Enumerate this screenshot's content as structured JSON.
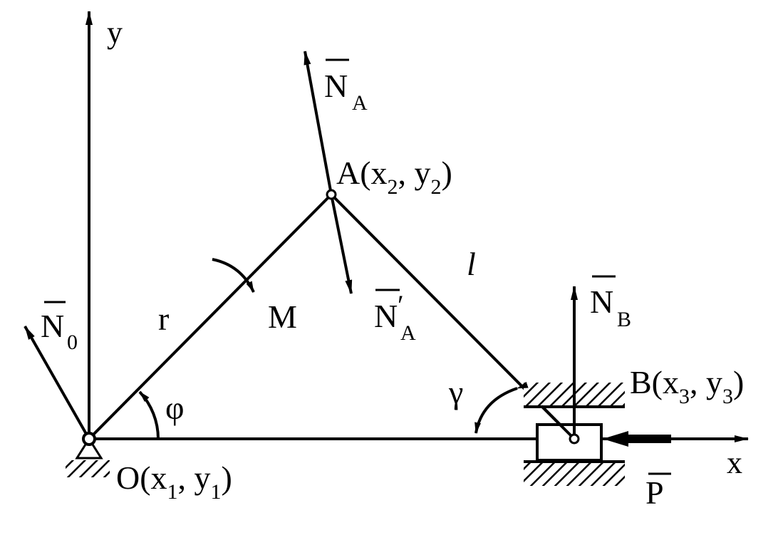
{
  "diagram": {
    "axes": {
      "y_label": "y",
      "x_label": "x"
    },
    "points": {
      "O": {
        "name": "O(x",
        "sub1": "1",
        "mid": ", y",
        "sub2": "1",
        "end": ")"
      },
      "A": {
        "name": "A(x",
        "sub1": "2",
        "mid": ", y",
        "sub2": "2",
        "end": ")"
      },
      "B": {
        "name": "B(x",
        "sub1": "3",
        "mid": ", y",
        "sub2": "3",
        "end": ")"
      }
    },
    "links": {
      "crank_label": "r",
      "rod_label": "l"
    },
    "angles": {
      "phi": "φ",
      "gamma": "γ"
    },
    "moment": "M",
    "forces": {
      "N0": {
        "base": "N",
        "sub": "0"
      },
      "NA": {
        "base": "N",
        "sub": "A"
      },
      "NA_prime": {
        "base": "N",
        "prime": "′",
        "sub": "A"
      },
      "NB": {
        "base": "N",
        "sub": "B"
      },
      "P": {
        "base": "P"
      }
    }
  }
}
